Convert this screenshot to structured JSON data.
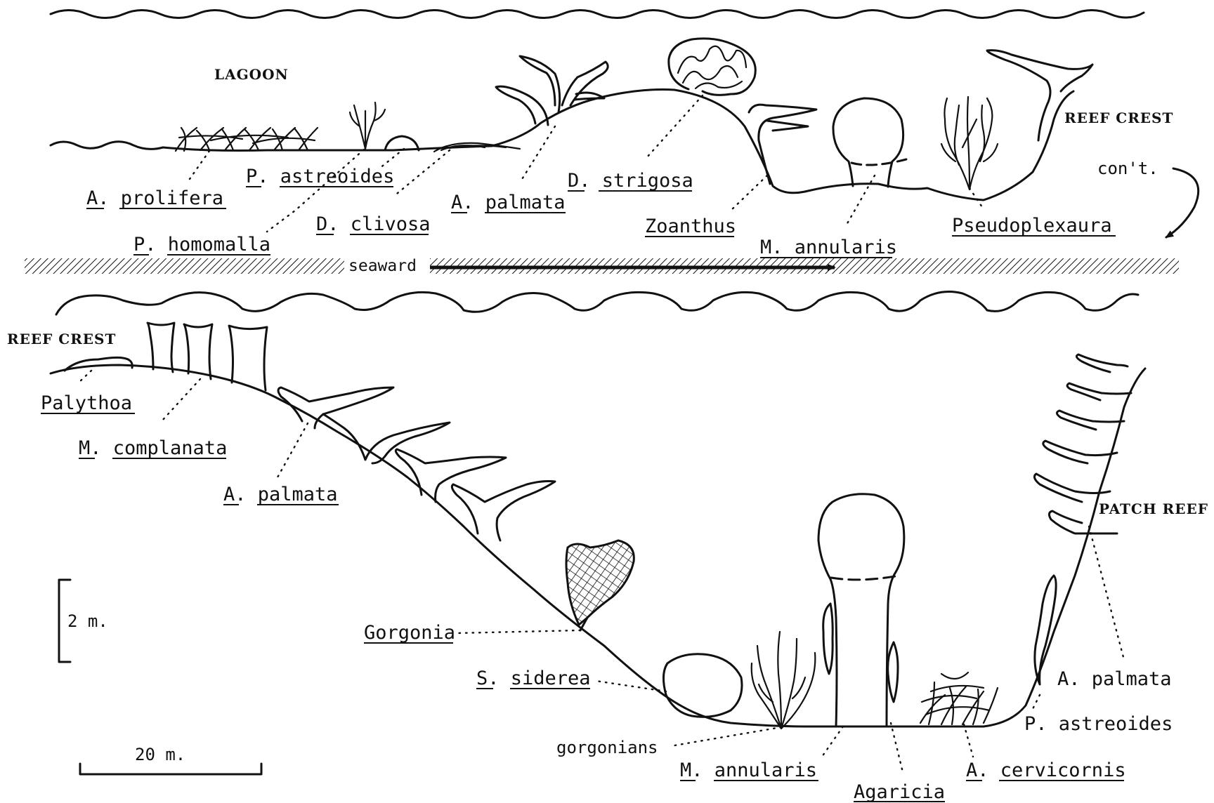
{
  "zones": {
    "lagoon": "LAGOON",
    "reef_crest_top": "REEF CREST",
    "cont": "con't.",
    "reef_crest_bottom": "REEF CREST",
    "patch_reef": "PATCH REEF"
  },
  "direction": "seaward",
  "scales": {
    "vertical": "2 m.",
    "horizontal": "20 m."
  },
  "labels_top": {
    "a_prolifera": "A. prolifera",
    "p_astreoides": "P. astreoides",
    "p_homomalla": "P. homomalla",
    "d_clivosa": "D. clivosa",
    "a_palmata": "A. palmata",
    "d_strigosa": "D. strigosa",
    "zoanthus": "Zoanthus",
    "m_annularis": "M. annularis",
    "pseudoplexaura": "Pseudoplexaura"
  },
  "labels_bottom": {
    "palythoa": "Palythoa",
    "m_complanata": "M. complanata",
    "a_palmata": "A. palmata",
    "gorgonia": "Gorgonia",
    "s_siderea": "S. siderea",
    "gorgonians": "gorgonians",
    "m_annularis": "M. annularis",
    "agaricia": "Agaricia",
    "a_cervicornis": "A. cervicornis",
    "a_palmata_patch": "A. palmata",
    "p_astreoides_patch": "P. astreoides"
  }
}
